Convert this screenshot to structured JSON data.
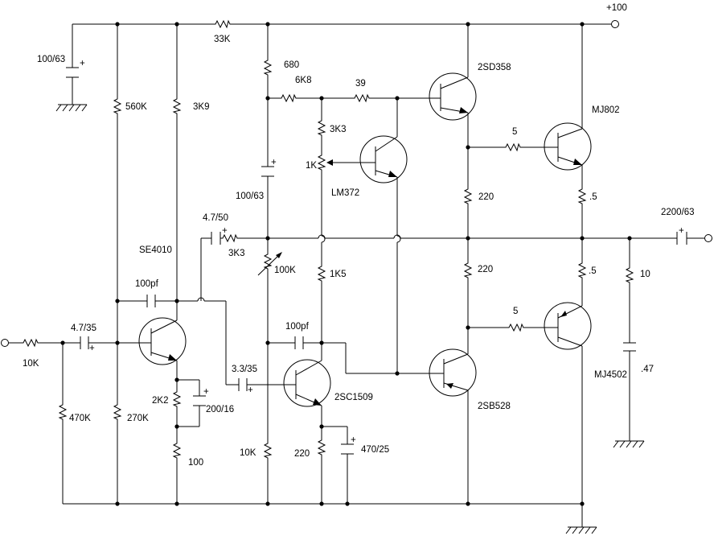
{
  "rail_label": "+100",
  "labels": {
    "c_100_63_top": "100/63",
    "r_560k": "560K",
    "r_3k9": "3K9",
    "r_33k": "33K",
    "r_680": "680",
    "r_6k8": "6K8",
    "r_39": "39",
    "q_2sd358": "2SD358",
    "q_mj802": "MJ802",
    "r_3k3_top": "3K3",
    "pot_1k": "1K",
    "q_lm372": "LM372",
    "c_100_63_mid": "100/63",
    "r_5_top": "5",
    "r_220_top": "220",
    "r_0_5_top": ".5",
    "c_2200_63": "2200/63",
    "c_4_7_50": "4.7/50",
    "r_3k3_mid": "3K3",
    "q_se4010": "SE4010",
    "pot_100k": "100K",
    "r_1k5": "1K5",
    "r_220_mid": "220",
    "r_0_5_bot": ".5",
    "r_10": "10",
    "c_100pf_left": "100pf",
    "r_5_bot": "5",
    "r_10k_in": "10K",
    "c_4_7_35": "4.7/35",
    "c_100pf_right": "100pf",
    "c_3_3_35": "3.3/35",
    "q_mj4502": "MJ4502",
    "c_047": ".47",
    "r_2k2": "2K2",
    "c_200_16": "200/16",
    "q_2sc1509": "2SC1509",
    "q_2sb528": "2SB528",
    "r_470k": "470K",
    "r_270k": "270K",
    "r_100": "100",
    "r_10k_low": "10K",
    "r_220_low": "220",
    "c_470_25": "470/25"
  }
}
